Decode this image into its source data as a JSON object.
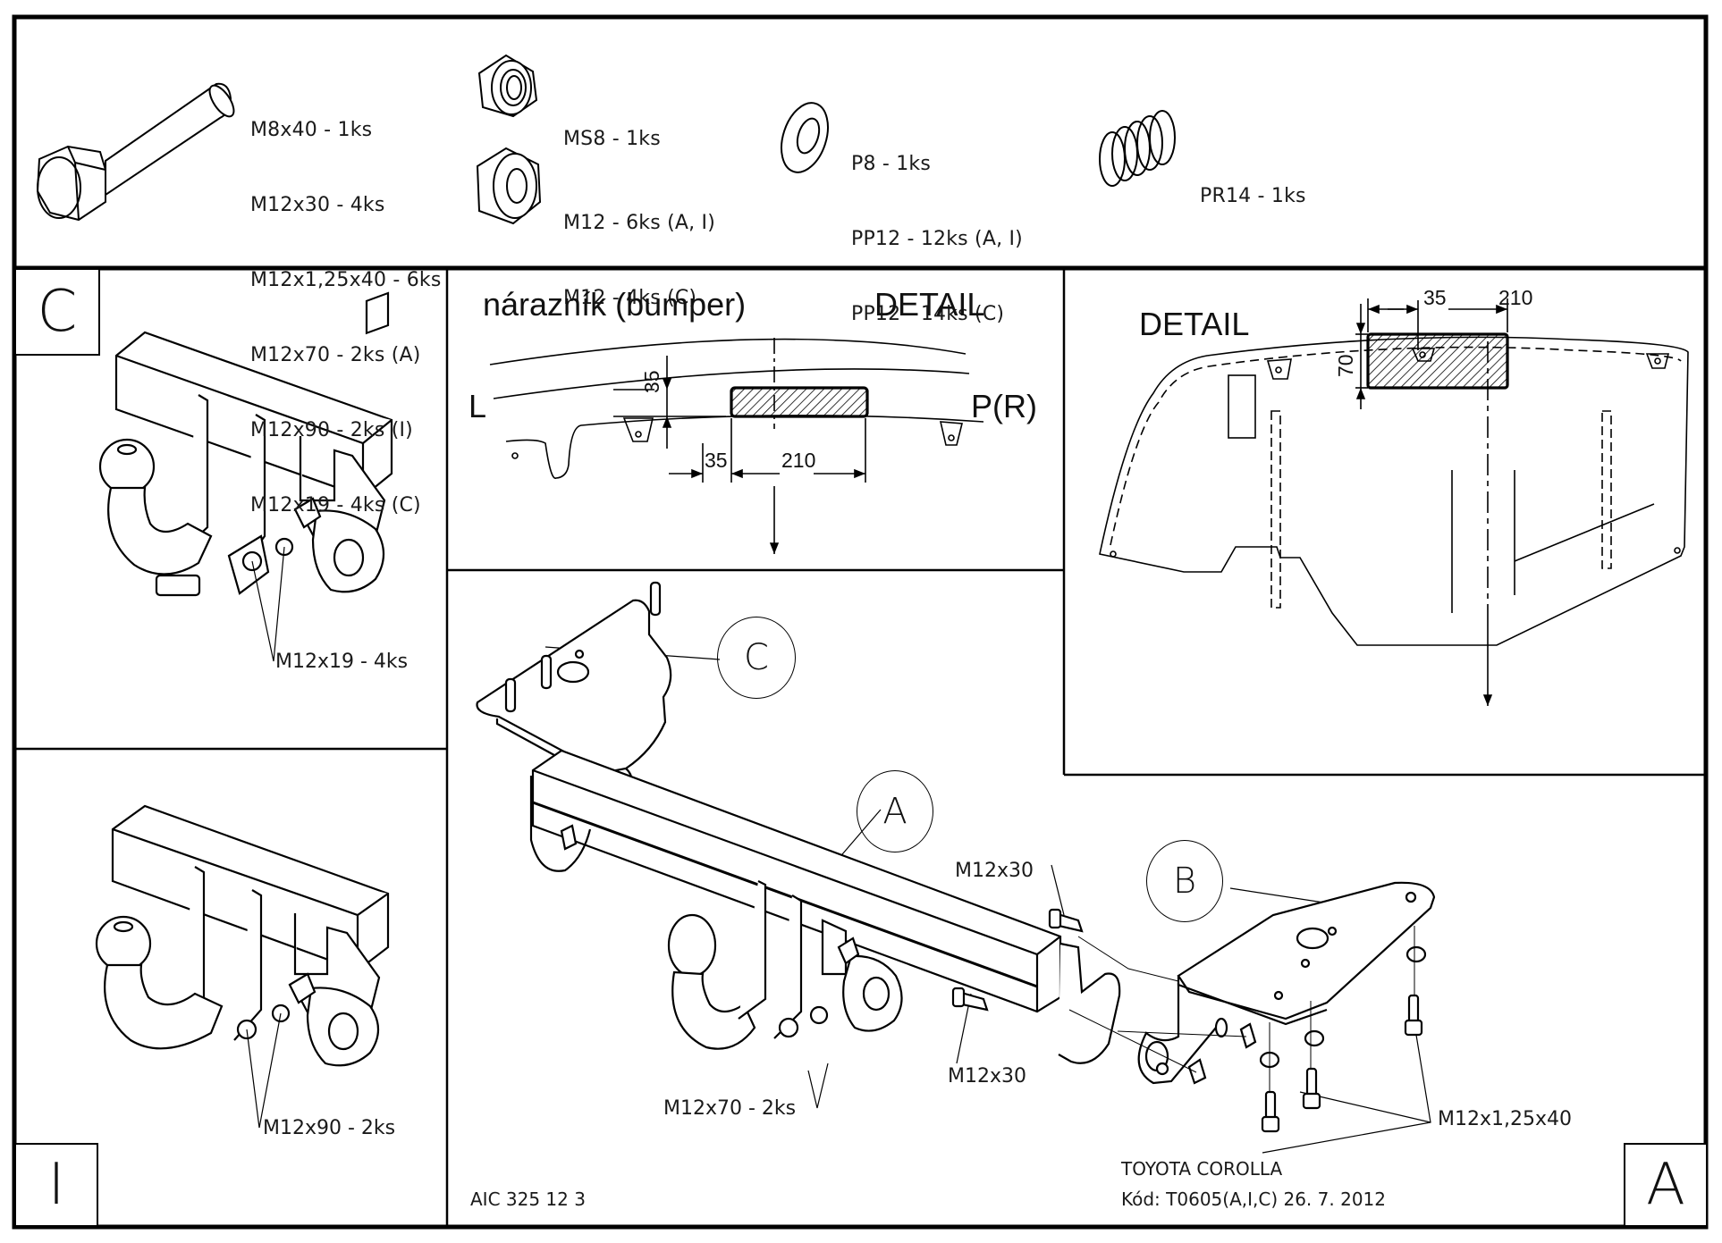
{
  "document": {
    "title_block": {
      "vehicle": "TOYOTA COROLLA",
      "code_line": "Kód: T0605(A,I,C)  26. 7. 2012",
      "drawing_number": "AIC 325 12 3"
    },
    "parts_list": {
      "bolts": [
        "M8x40 - 1ks",
        "M12x30 - 4ks",
        "M12x1,25x40 - 6ks",
        "M12x70 - 2ks (A)",
        "M12x90 - 2ks (I)",
        "M12x19 - 4ks (C)"
      ],
      "lock_nut": [
        "MS8 - 1ks"
      ],
      "nuts": [
        "M12 - 6ks (A, I)",
        "M12 - 4ks (C)"
      ],
      "washers": [
        "P8 - 1ks",
        "PP12 - 12ks (A, I)",
        "PP12 - 14ks (C)"
      ],
      "spring": [
        "PR14 - 1ks"
      ]
    },
    "variant_c": {
      "label": "C",
      "callout": "M12x19 - 4ks"
    },
    "variant_i": {
      "label": "I",
      "callout": "M12x90 - 2ks"
    },
    "variant_a": {
      "label": "A",
      "callout_ball": "M12x70 - 2ks",
      "callout_bolt_top": "M12x30",
      "callout_bolt_bottom": "M12x30",
      "callout_bracket_bolts": "M12x1,25x40"
    },
    "bubbles": {
      "c": "C",
      "a": "A",
      "b": "B"
    },
    "bumper_detail": {
      "title": "nárazník (bumper)",
      "detail_label": "DETAIL",
      "left_label": "L",
      "right_label": "P(R)",
      "dim_height": "35",
      "dim_offset": "35",
      "dim_width": "210"
    },
    "plan_detail": {
      "detail_label": "DETAIL",
      "dim_offset": "35",
      "dim_width": "210",
      "dim_height": "70"
    }
  }
}
